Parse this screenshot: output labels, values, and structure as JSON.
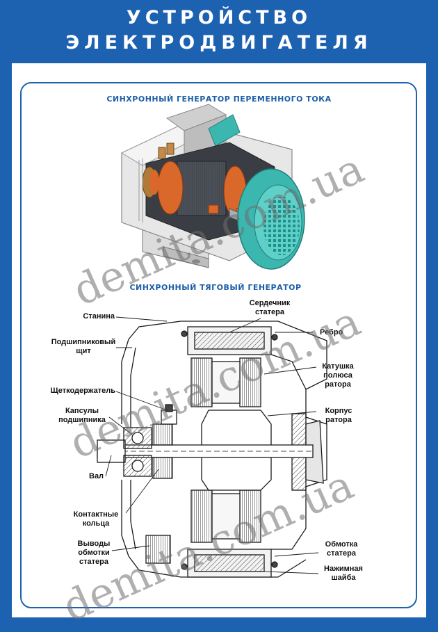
{
  "title": {
    "line1": "УСТРОЙСТВО",
    "line2": "ЭЛЕКТРОДВИГАТЕЛЯ"
  },
  "section1": {
    "caption": "СИНХРОННЫЙ ГЕНЕРАТОР ПЕРЕМЕННОГО ТОКА"
  },
  "section2": {
    "caption": "СИНХРОННЫЙ ТЯГОВЫЙ ГЕНЕРАТОР",
    "labels": {
      "stanina": "Станина",
      "shchit_1": "Подшипниковый",
      "shchit_2": "щит",
      "shchetko": "Щеткодержатель",
      "kapsuly_1": "Капсулы",
      "kapsuly_2": "подшипника",
      "val": "Вал",
      "kolca_1": "Контактные",
      "kolca_2": "кольца",
      "vyvody_1": "Выводы",
      "vyvody_2": "обмотки",
      "vyvody_3": "статера",
      "serdechnik_1": "Сердечник",
      "serdechnik_2": "статера",
      "rebro": "Ребро",
      "katushka_1": "Катушка",
      "katushka_2": "полюса",
      "katushka_3": "ратора",
      "korpus_1": "Корпус",
      "korpus_2": "ратора",
      "obmotka_1": "Обмотка",
      "obmotka_2": "статера",
      "shayba_1": "Нажимная",
      "shayba_2": "шайба"
    }
  },
  "watermark": "demita.com.ua",
  "colors": {
    "header_blue": "#1d62b0",
    "frame_blue": "#1d62b0",
    "caption_blue": "#1d5fa8",
    "teal": "#3cb7b0",
    "orange": "#d9682a"
  }
}
